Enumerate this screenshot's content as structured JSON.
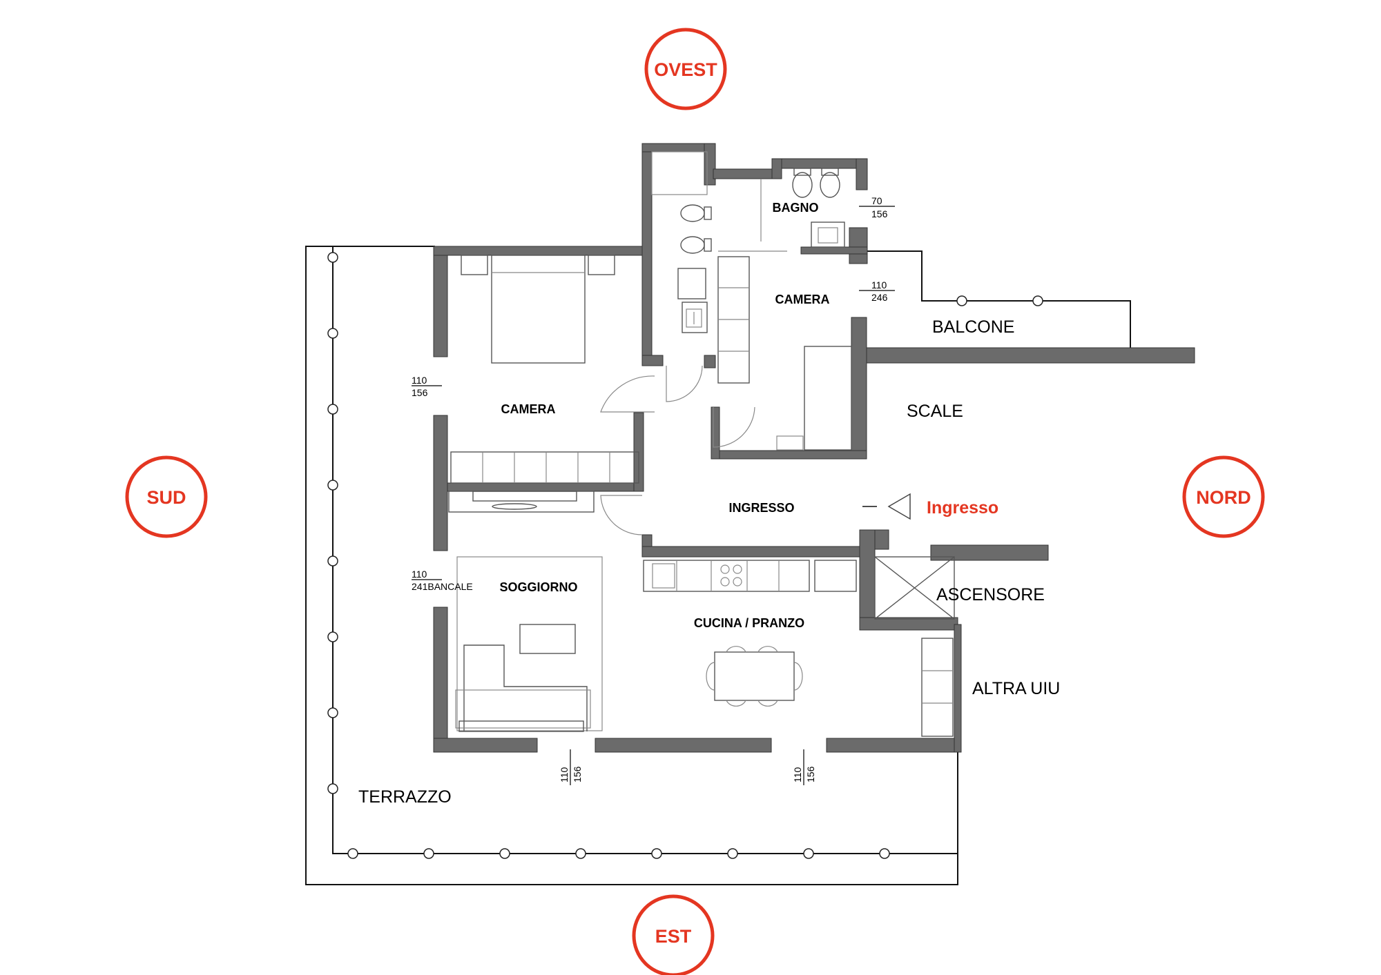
{
  "compass": {
    "west": "OVEST",
    "south": "SUD",
    "north": "NORD",
    "east": "EST"
  },
  "rooms": {
    "bagno": "BAGNO",
    "camera_top": "CAMERA",
    "camera_left": "CAMERA",
    "ingresso": "INGRESSO",
    "soggiorno": "SOGGIORNO",
    "cucina": "CUCINA / PRANZO"
  },
  "areas": {
    "balcone": "BALCONE",
    "scale": "SCALE",
    "ascensore": "ASCENSORE",
    "altra_uiu": "ALTRA UIU",
    "terrazzo": "TERRAZZO"
  },
  "entrance_label": "Ingresso",
  "window_dims": {
    "bagno": {
      "top": "70",
      "bottom": "156"
    },
    "camera_top": {
      "top": "110",
      "bottom": "246"
    },
    "camera_left": {
      "top": "110",
      "bottom": "156"
    },
    "soggiorno": {
      "top": "110",
      "bottom": "241BANCALE"
    },
    "est_1": {
      "top": "110",
      "bottom": "156"
    },
    "est_2": {
      "top": "110",
      "bottom": "156"
    }
  },
  "colors": {
    "accent": "#e43621",
    "wall": "#6b6b6b",
    "line": "#111111"
  }
}
